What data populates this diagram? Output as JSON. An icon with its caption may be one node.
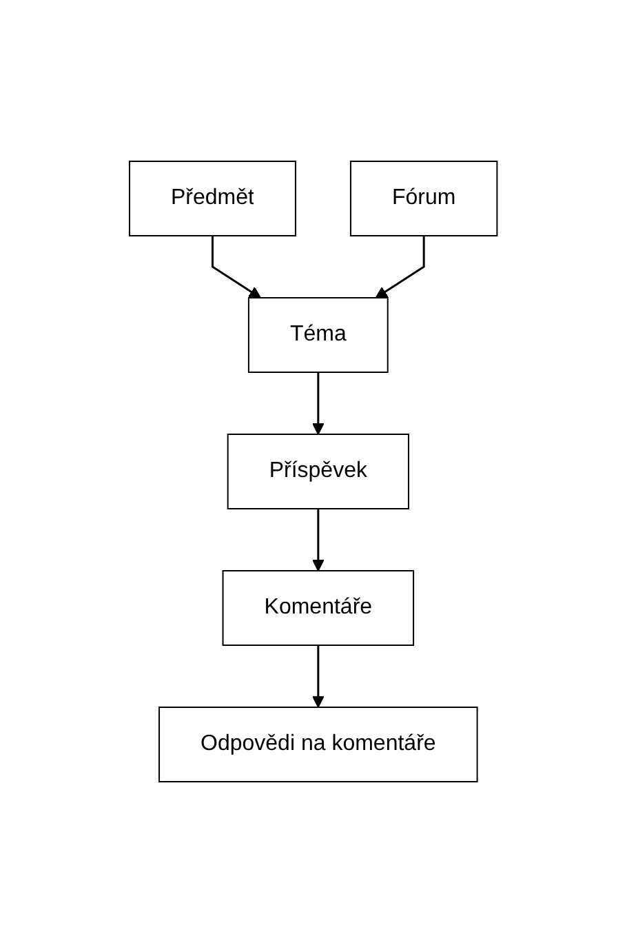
{
  "diagram": {
    "nodes": [
      {
        "text": [
          "Předmět"
        ]
      },
      {
        "text": [
          "Fórum"
        ]
      },
      {
        "text": [
          "Téma"
        ]
      },
      {
        "text": [
          "Příspěvek"
        ]
      },
      {
        "text": [
          "Komentáře"
        ]
      },
      {
        "text": [
          "Odpovědi na komentáře"
        ]
      }
    ],
    "edges": [
      {
        "from": 0,
        "to": 2,
        "arrow": "to"
      },
      {
        "from": 1,
        "to": 2,
        "arrow": "to"
      },
      {
        "from": 2,
        "to": 3,
        "arrow": "to"
      },
      {
        "from": 3,
        "to": 4,
        "arrow": "to"
      },
      {
        "from": 4,
        "to": 5,
        "arrow": "to"
      }
    ]
  }
}
